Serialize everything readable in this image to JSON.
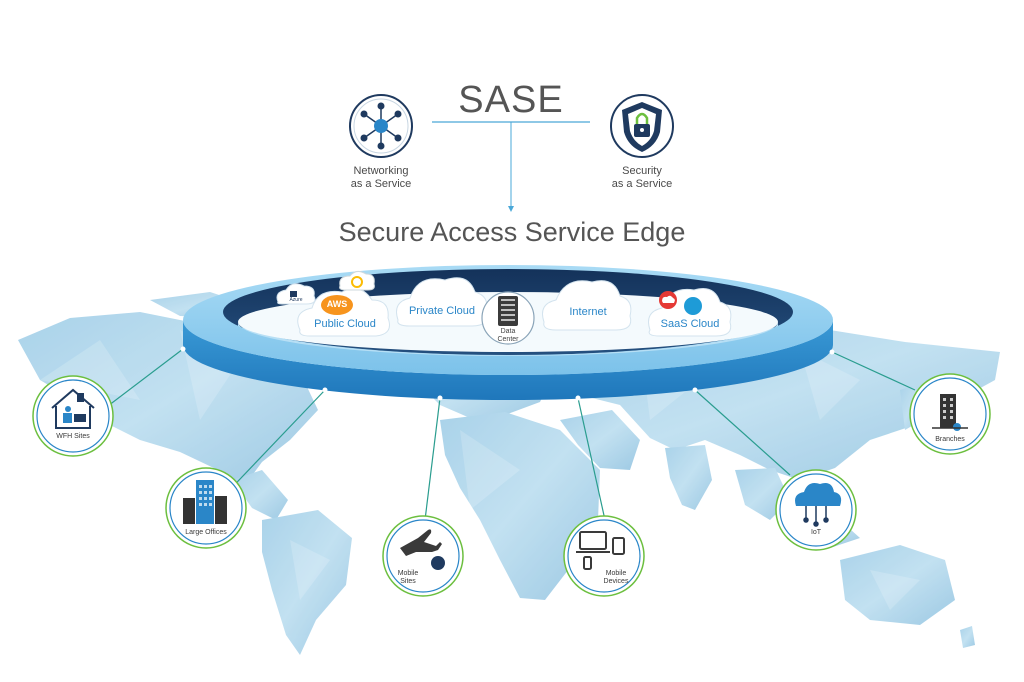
{
  "header": {
    "title": "SASE",
    "subtitle": "Secure Access Service Edge",
    "left_pillar": {
      "line1": "Networking",
      "line2": "as a Service",
      "icon": "network-hub-icon"
    },
    "right_pillar": {
      "line1": "Security",
      "line2": "as a Service",
      "icon": "shield-lock-icon"
    }
  },
  "ring": {
    "clouds": {
      "public": "Public Cloud",
      "private": "Private Cloud",
      "internet": "Internet",
      "saas": "SaaS Cloud",
      "aws_badge": "AWS",
      "azure_badge": "Azure",
      "datacenter_line1": "Data",
      "datacenter_line2": "Center"
    }
  },
  "satellites": {
    "wfh": "WFH Sites",
    "large_offices": "Large Offices",
    "mobile_sites_1": "Mobile",
    "mobile_sites_2": "Sites",
    "mobile_devices_1": "Mobile",
    "mobile_devices_2": "Devices",
    "iot": "IoT",
    "branches": "Branches"
  },
  "colors": {
    "navy": "#1f3a5f",
    "ring_top": "#8ecdf0",
    "ring_side": "#2a86c8",
    "ring_inner": "#1b3a63",
    "accent_green": "#6cbf3f",
    "connector": "#2a9d8f",
    "map": "#a9d3ea"
  }
}
